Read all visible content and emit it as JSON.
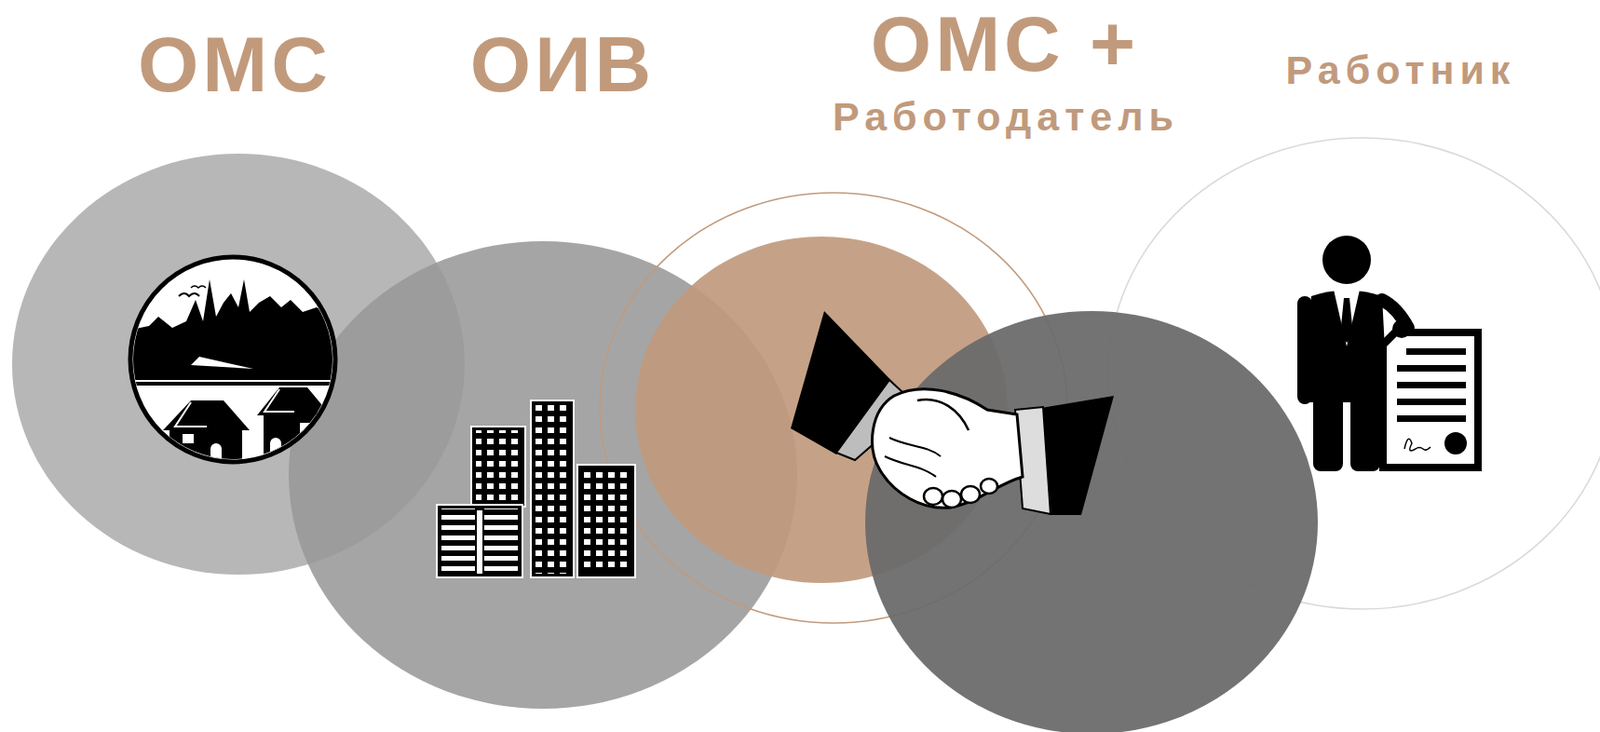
{
  "diagram": {
    "nodes": [
      {
        "text": [
          "ОМС"
        ]
      },
      {
        "text": [
          "ОИВ"
        ]
      },
      {
        "text": [
          "ОМС +",
          "Работодатель"
        ]
      },
      {
        "text": [
          "Работник"
        ]
      }
    ]
  }
}
